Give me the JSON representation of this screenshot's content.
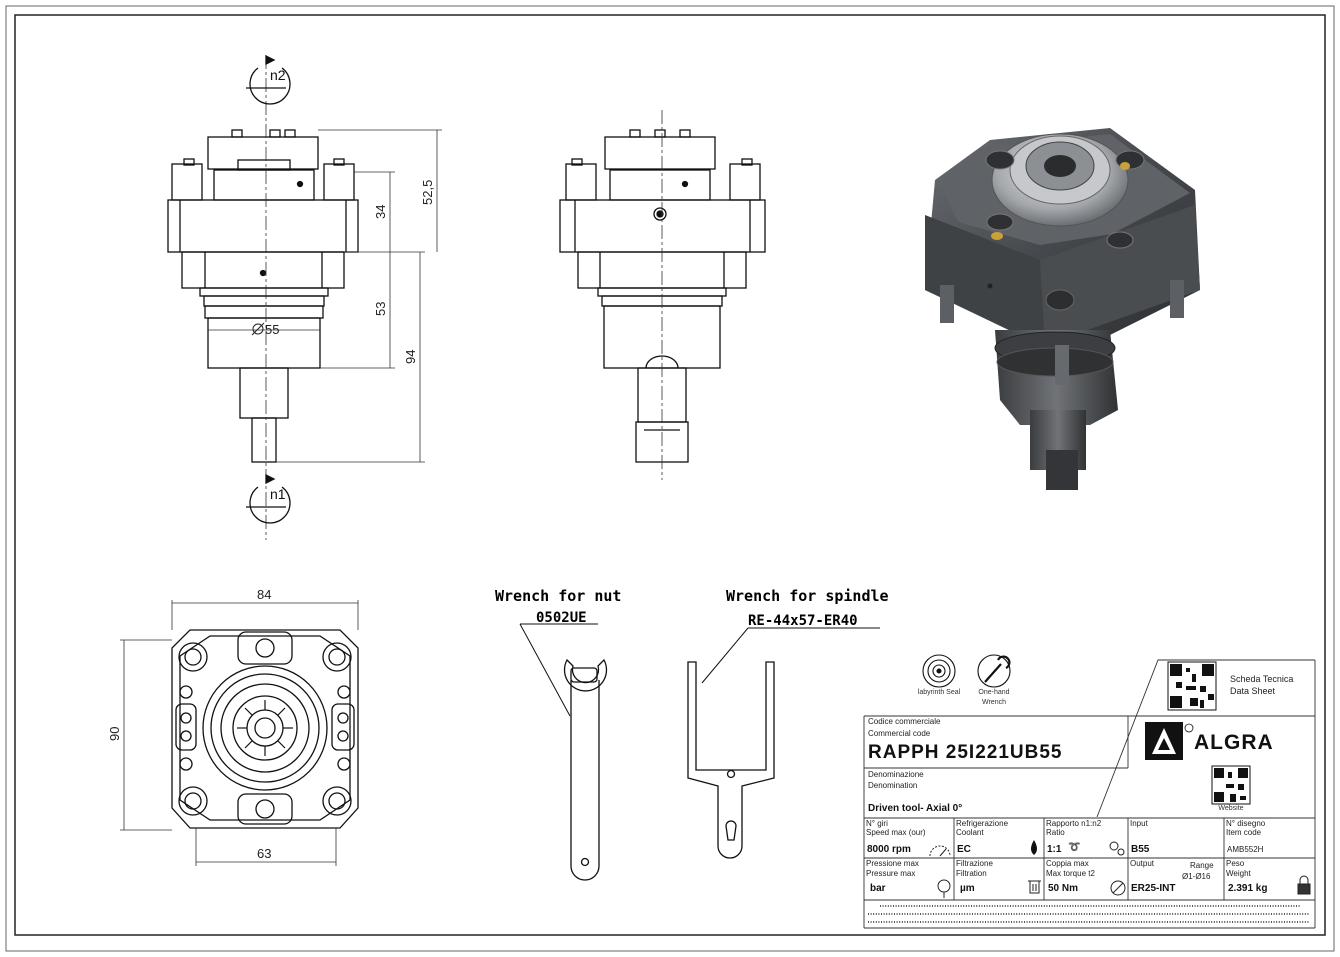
{
  "dimensions": {
    "rot_top": "n2",
    "rot_bottom": "n1",
    "h52": "52,5",
    "h34": "34",
    "h53": "53",
    "h94": "94",
    "dia55": "55",
    "w84": "84",
    "h90": "90",
    "w63": "63"
  },
  "wrenches": {
    "nut_title": "Wrench for nut",
    "nut_code": "0502UE",
    "spindle_title": "Wrench for spindle",
    "spindle_code": "RE-44x57-ER40"
  },
  "icons": {
    "labyrinth": "labyrinth Seal",
    "wrench_l1": "One-hand",
    "wrench_l2": "Wrench"
  },
  "title_block": {
    "datasheet_l1": "Scheda Tecnica",
    "datasheet_l2": "Data Sheet",
    "website": "Website",
    "brand": "ALGRA",
    "commercial_label_it": "Codice commerciale",
    "commercial_label_en": "Commercial code",
    "commercial_code": "RAPPH 25I221UB55",
    "denomination_it": "Denominazione",
    "denomination_en": "Denomination",
    "denomination_value": "Driven tool- Axial 0°",
    "speed_it": "N° giri",
    "speed_en": "Speed max (our)",
    "speed_value": "8000 rpm",
    "coolant_it": "Refrigerazione",
    "coolant_en": "Coolant",
    "coolant_value": "EC",
    "ratio_it": "Rapporto n1:n2",
    "ratio_en": "Ratio",
    "ratio_value": "1:1",
    "ratio_symbols": "➰",
    "input_it": "Input",
    "input_value": "B55",
    "drawing_it": "N° disegno",
    "drawing_en": "Item code",
    "drawing_value": "AMB552H",
    "pressure_it": "Pressione max",
    "pressure_en": "Pressure max",
    "pressure_value": "bar",
    "filter_it": "Filtrazione",
    "filter_en": "Filtration",
    "filter_value": "µm",
    "torque_it": "Coppia max",
    "torque_en": "Max torque t2",
    "torque_value": "50 Nm",
    "output_it": "Output",
    "output_value": "ER25-INT",
    "range_label": "Range",
    "range_value": "Ø1-Ø16",
    "weight_it": "Peso",
    "weight_en": "Weight",
    "weight_value": "2.391 kg"
  }
}
